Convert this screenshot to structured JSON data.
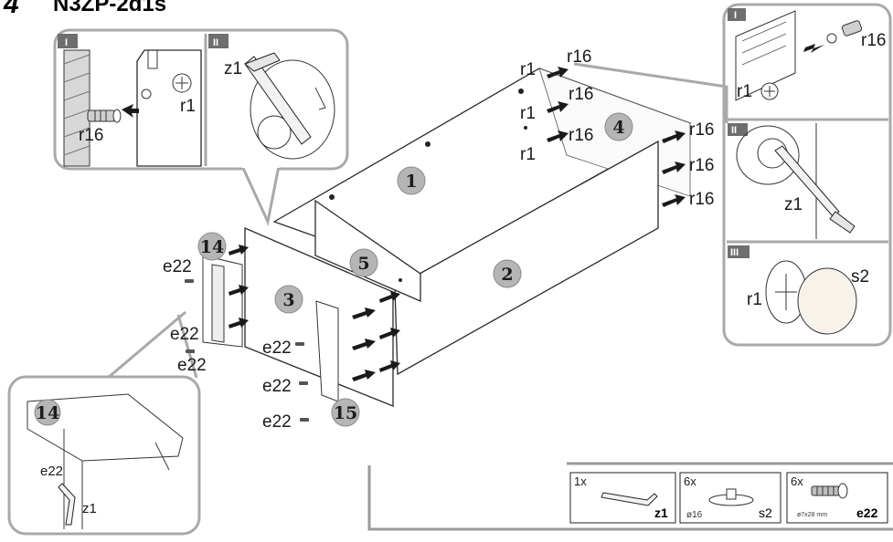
{
  "header": {
    "step_number": "4",
    "title": "N3ZP-2d1s"
  },
  "colors": {
    "badge_fill": "#b5b5b5",
    "callout_border": "#a9a9a9",
    "roman_tab": "#6e6e6e"
  },
  "part_numbers": {
    "p1": "1",
    "p2": "2",
    "p3": "3",
    "p4": "4",
    "p5": "5",
    "p14": "14",
    "p15": "15"
  },
  "callout_left": {
    "step_i": "I",
    "step_ii": "II",
    "r16": "r16",
    "r1": "r1",
    "z1": "z1"
  },
  "callout_right": {
    "step_i": "I",
    "step_ii": "II",
    "step_iii": "III",
    "r16": "r16",
    "r1_a": "r1",
    "z1": "z1",
    "r1_b": "r1",
    "s2": "s2"
  },
  "callout_bottom": {
    "part": "14",
    "e22": "e22",
    "z1": "z1"
  },
  "main_labels": {
    "r1_top": "r1",
    "r16_top": "r16",
    "r1_mid": "r1",
    "r16_mid": "r16",
    "r1_low": "r1",
    "r16_low": "r16",
    "r16_right_1": "r16",
    "r16_right_2": "r16",
    "r16_right_3": "r16",
    "e22_left_1": "e22",
    "e22_left_2": "e22",
    "e22_left_3": "e22",
    "e22_mid_1": "e22",
    "e22_mid_2": "e22",
    "e22_mid_3": "e22"
  },
  "parts_list": [
    {
      "qty": "1x",
      "code": "z1",
      "icon": "allen-key-icon",
      "size": ""
    },
    {
      "qty": "6x",
      "code": "s2",
      "icon": "cap-icon",
      "size": "ø16"
    },
    {
      "qty": "6x",
      "code": "e22",
      "icon": "screw-icon",
      "size": "ø7x28 mm"
    }
  ]
}
